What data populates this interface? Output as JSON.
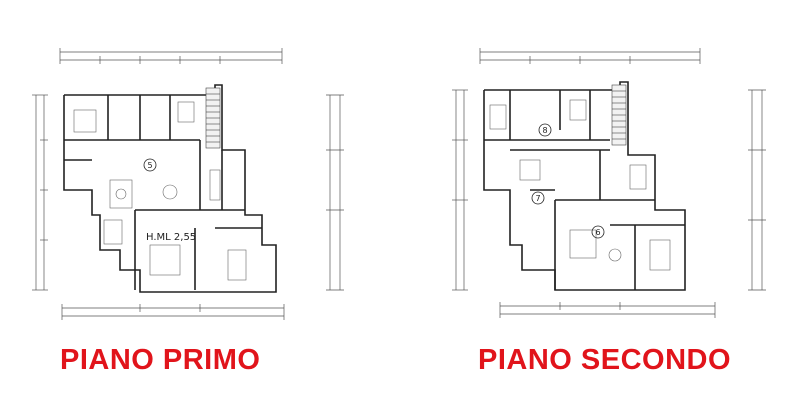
{
  "captions": {
    "first": "PIANO PRIMO",
    "second": "PIANO SECONDO"
  },
  "colors": {
    "caption": "#e1141b",
    "wall": "#222222",
    "dim_line": "#555555",
    "fill_light": "#f2f2f2"
  },
  "plans": {
    "first": {
      "height_label": "H.ML 2,55",
      "unit_number": "5"
    },
    "second": {
      "unit_numbers": [
        "8",
        "7",
        "6"
      ]
    }
  }
}
